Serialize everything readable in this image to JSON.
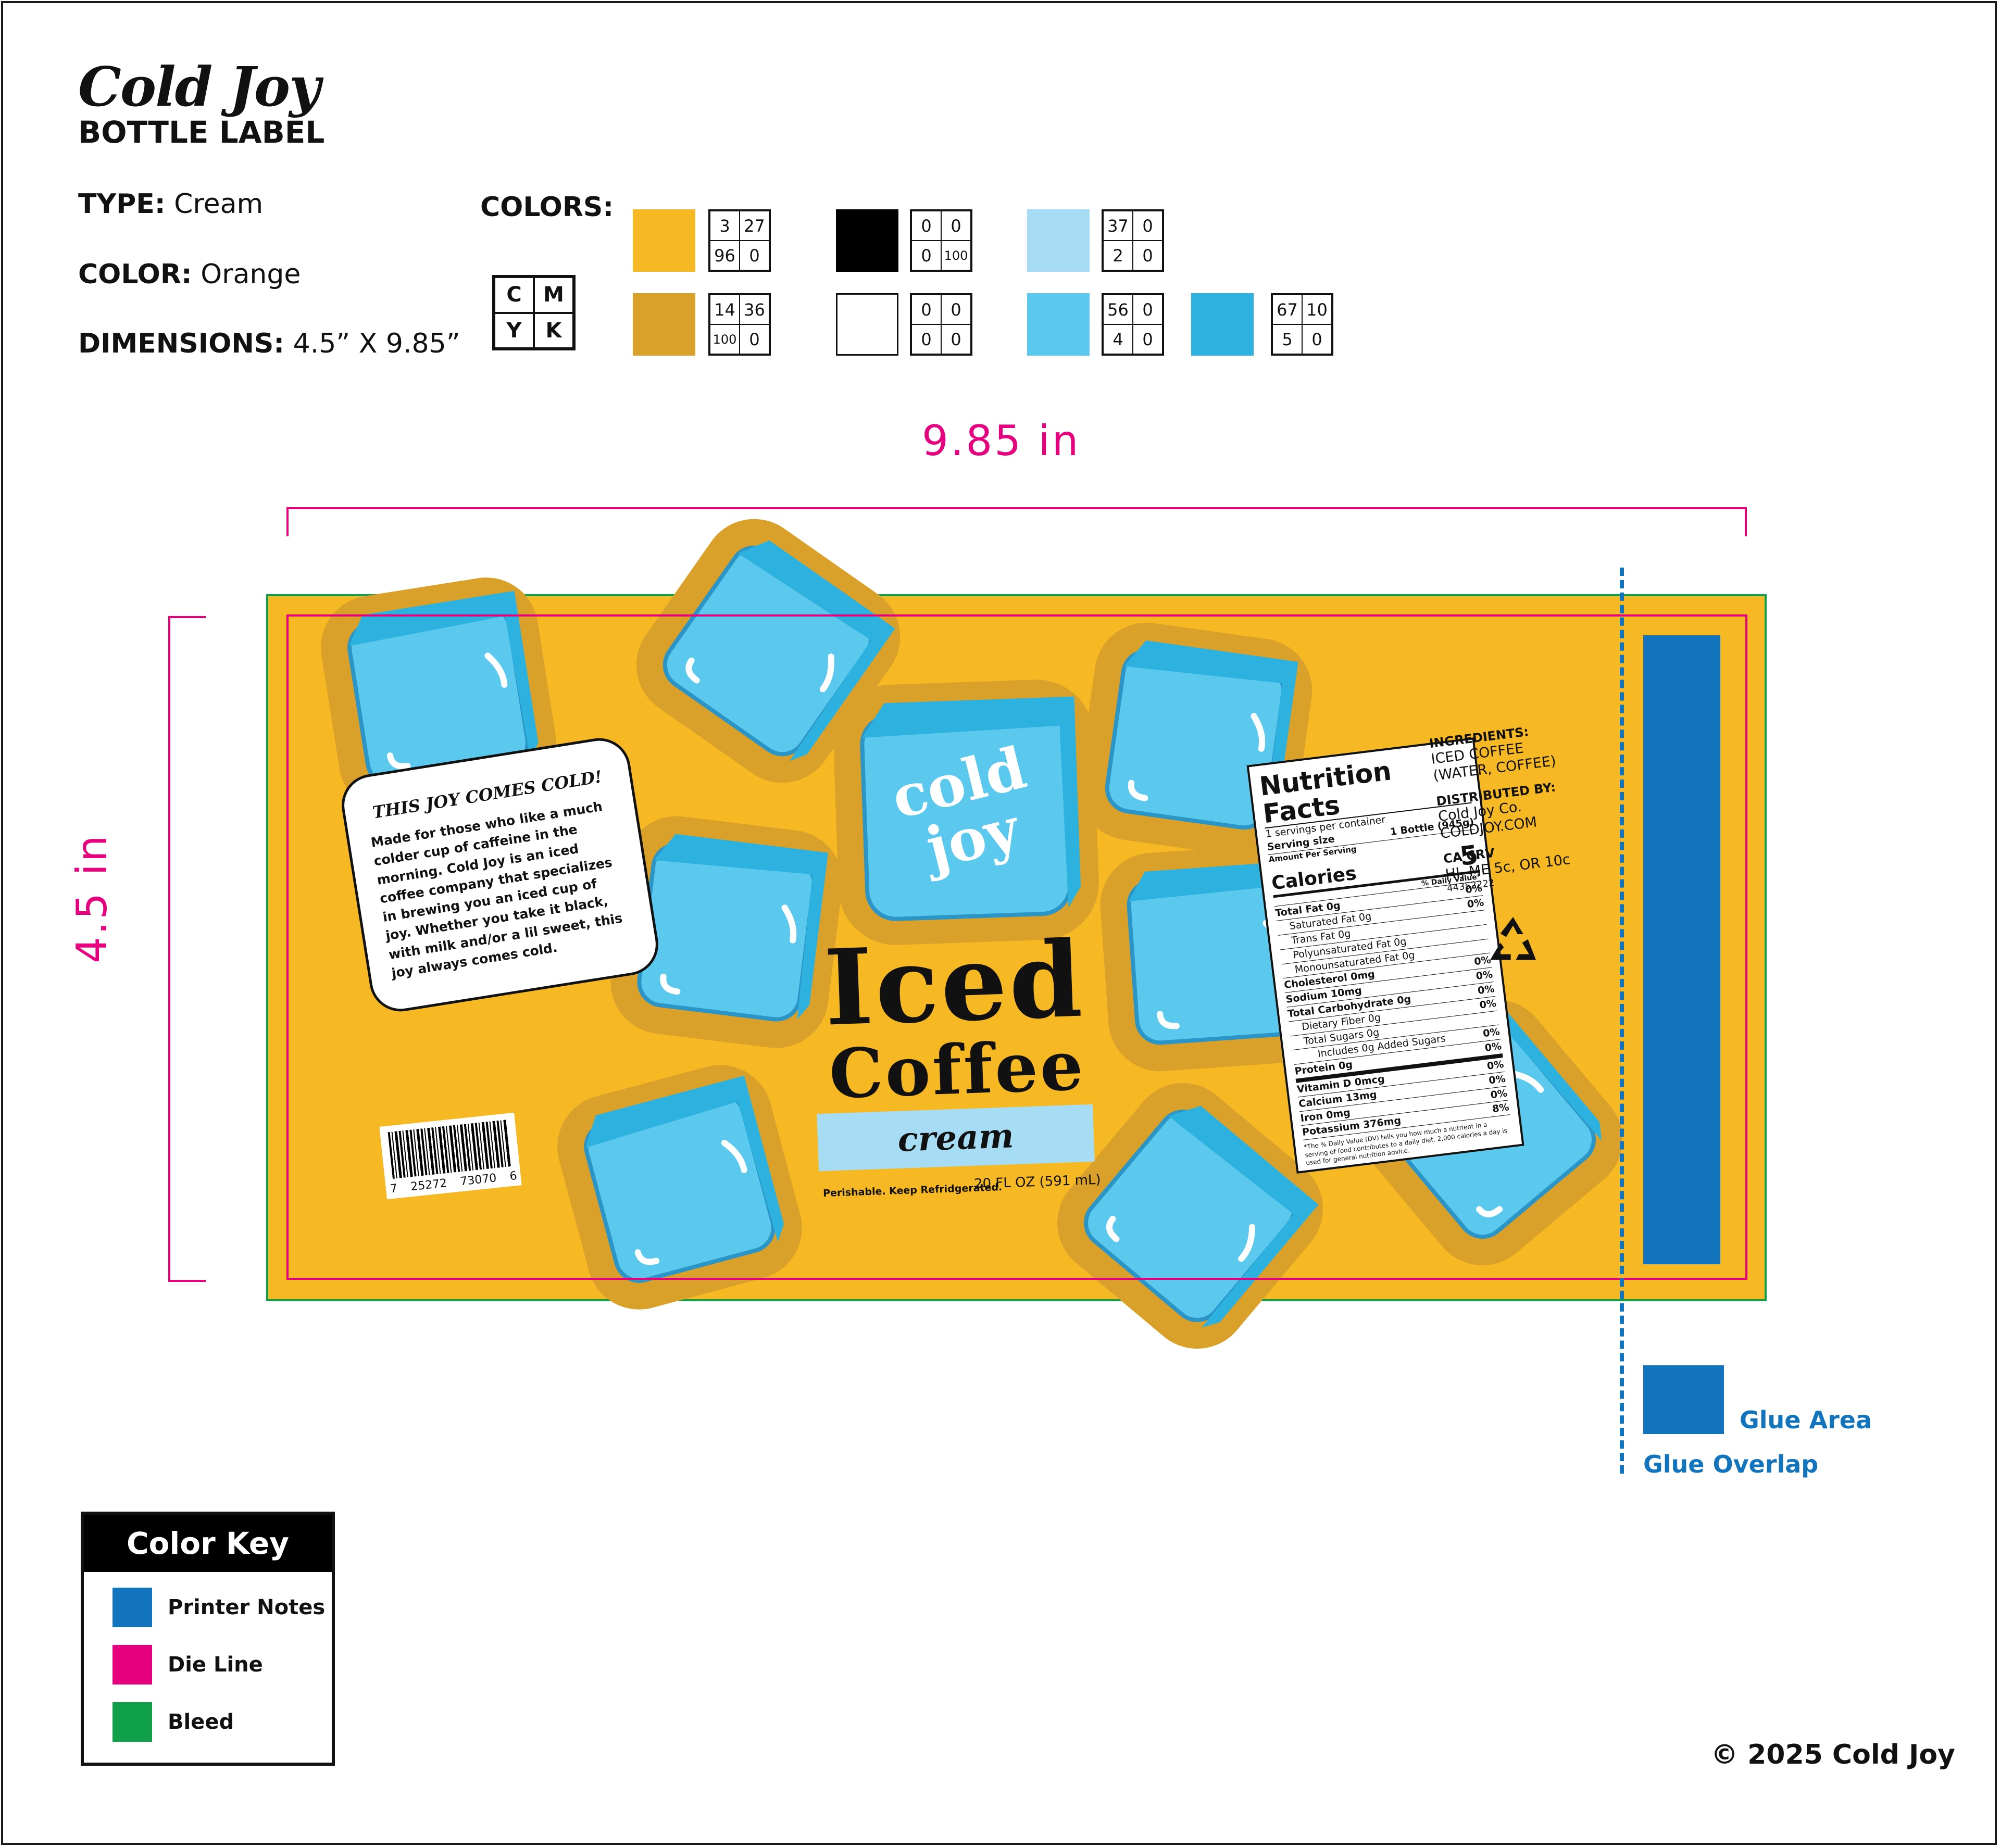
{
  "header": {
    "brand": "Cold Joy",
    "subtitle": "BOTTLE LABEL",
    "type_label": "TYPE:",
    "type_value": "Cream",
    "color_label": "COLOR:",
    "color_value": "Orange",
    "dimensions_label": "DIMENSIONS:",
    "dimensions_value": "4.5” X 9.85”",
    "colors_label": "COLORS:"
  },
  "cmyk_legend": [
    "C",
    "M",
    "Y",
    "K"
  ],
  "swatches": [
    {
      "hex": "#f7b923",
      "c": "3",
      "m": "27",
      "y": "96",
      "k": "0"
    },
    {
      "hex": "#d9a129",
      "c": "14",
      "m": "36",
      "y": "100",
      "k": "0"
    },
    {
      "hex": "#000000",
      "c": "0",
      "m": "0",
      "y": "0",
      "k": "100"
    },
    {
      "hex": "#ffffff",
      "c": "0",
      "m": "0",
      "y": "0",
      "k": "0"
    },
    {
      "hex": "#a6dcf4",
      "c": "37",
      "m": "0",
      "y": "2",
      "k": "0"
    },
    {
      "hex": "#5bc8ee",
      "c": "56",
      "m": "0",
      "y": "4",
      "k": "0"
    },
    {
      "hex": "#2db2e0",
      "c": "67",
      "m": "10",
      "y": "5",
      "k": "0"
    }
  ],
  "dimensions": {
    "width_label": "9.85  in",
    "height_label": "4.5 in"
  },
  "label": {
    "story_title": "THIS JOY COMES COLD!",
    "story_text": "Made for those who like a much colder cup of caffeine in the morning. Cold Joy is an iced coffee company that specializes in brewing you an iced cup of joy. Whether you take it black, with milk and/or a lil sweet, this joy always comes cold.",
    "logo_line1": "cold",
    "logo_line2": "joy",
    "title_line1": "Iced",
    "title_line2": "Coffee",
    "flavor": "cream",
    "perishable": "Perishable. Keep Refridgerated.",
    "volume": "20 FL OZ (591 mL)",
    "barcode_digits": [
      "7",
      "25272",
      "73070",
      "6"
    ]
  },
  "nutrition": {
    "title": "Nutrition Facts",
    "servings": "1 servings per container",
    "serving_size_label": "Serving size",
    "serving_size_value": "1 Bottle (945g)",
    "amount_per_serving": "Amount Per Serving",
    "calories_label": "Calories",
    "calories_value": "5",
    "daily_value_header": "% Daily Value*",
    "rows": [
      {
        "label": "Total Fat 0g",
        "dv": "0%",
        "indent": 0
      },
      {
        "label": "Saturated Fat 0g",
        "dv": "0%",
        "indent": 1
      },
      {
        "label": "Trans Fat 0g",
        "dv": "",
        "indent": 1
      },
      {
        "label": "Polyunsaturated Fat 0g",
        "dv": "",
        "indent": 1
      },
      {
        "label": "Monounsaturated Fat 0g",
        "dv": "",
        "indent": 1
      },
      {
        "label": "Cholesterol 0mg",
        "dv": "0%",
        "indent": 0
      },
      {
        "label": "Sodium 10mg",
        "dv": "0%",
        "indent": 0
      },
      {
        "label": "Total Carbohydrate 0g",
        "dv": "0%",
        "indent": 0
      },
      {
        "label": "Dietary Fiber 0g",
        "dv": "0%",
        "indent": 1
      },
      {
        "label": "Total Sugars 0g",
        "dv": "",
        "indent": 1
      },
      {
        "label": "Includes 0g Added Sugars",
        "dv": "0%",
        "indent": 2
      },
      {
        "label": "Protein 0g",
        "dv": "0%",
        "indent": 0
      },
      {
        "label": "Vitamin D 0mcg",
        "dv": "0%",
        "indent": 0
      },
      {
        "label": "Calcium 13mg",
        "dv": "0%",
        "indent": 0
      },
      {
        "label": "Iron 0mg",
        "dv": "0%",
        "indent": 0
      },
      {
        "label": "Potassium 376mg",
        "dv": "8%",
        "indent": 0
      }
    ],
    "footnote": "*The % Daily Value (DV) tells you how much a nutrient in a serving of food contributes to a daily diet. 2,000 calories a day is used for general nutrition advice."
  },
  "side_info": {
    "ingredients_label": "INGREDIENTS:",
    "ingredients": "ICED COFFEE (WATER, COFFEE)",
    "distributed_label": "DISTRIBUTED BY:",
    "distributor": "Cold Joy Co.",
    "website": "COLDJOY.COM",
    "crv_label": "CA CRV",
    "crv_values": "HI, ME 5c, OR 10c",
    "code": "44352222"
  },
  "glue": {
    "area_label": "Glue Area",
    "overlap_label": "Glue Overlap",
    "color": "#1174bd"
  },
  "color_key": {
    "title": "Color Key",
    "items": [
      {
        "label": "Printer Notes",
        "color": "#1174bd"
      },
      {
        "label": "Die Line",
        "color": "#e6007e"
      },
      {
        "label": "Bleed",
        "color": "#11a04a"
      }
    ]
  },
  "copyright": "© 2025 Cold Joy"
}
